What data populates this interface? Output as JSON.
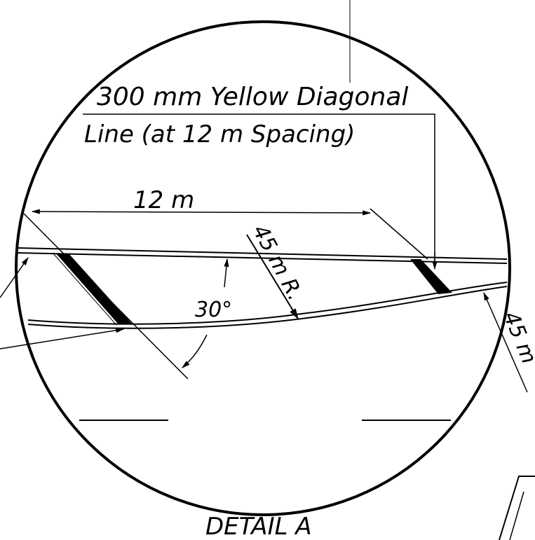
{
  "drawing": {
    "callout_line1": "300 mm  Yellow  Diagonal",
    "callout_line2": "Line  (at  12  m  Spacing)",
    "dim_length": "12  m",
    "radius_label": "45 m R.",
    "angle_label": "30°",
    "radius_label_right": "45 m",
    "detail_title": "DETAIL  A"
  },
  "colors": {
    "ink": "#000000",
    "background": "#ffffff"
  }
}
